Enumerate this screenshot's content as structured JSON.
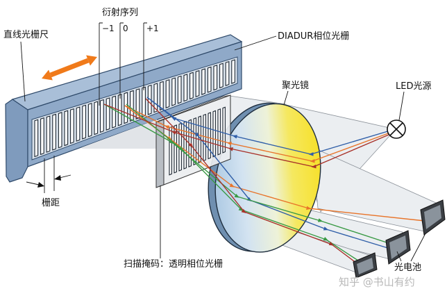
{
  "labels": {
    "diffraction_orders": "衍射序列",
    "order_minus_one": "−1",
    "order_zero": "0",
    "order_plus_one": "+1",
    "linear_scale": "直线光栅尺",
    "phase_grating": "DIADUR相位光栅",
    "condenser_lens": "聚光镜",
    "led_source": "LED光源",
    "grating_period": "栅距",
    "scanning_mask": "扫描掩码：透明相位光栅",
    "photocells": "光电池"
  },
  "watermark": "知乎 @书山有约",
  "colors": {
    "motion_arrow": "#f07a1a",
    "scale_body": "#8fa9c8",
    "lens_yellow": "#f7df20",
    "ray_orange": "#e8742a",
    "ray_blue": "#2f5ea8",
    "ray_green": "#3a9a45",
    "ray_red": "#a8322a",
    "photocell": "#3a3e43"
  },
  "icons": {
    "led": "circled-x-icon",
    "motion": "double-arrow-icon"
  }
}
